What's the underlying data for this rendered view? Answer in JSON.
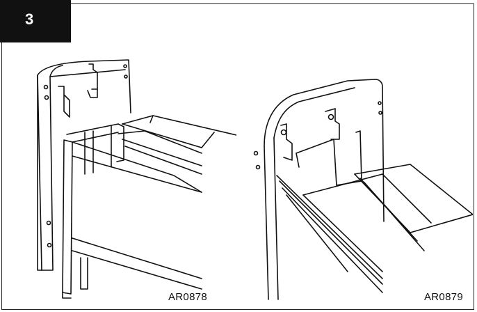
{
  "step": {
    "number": "3"
  },
  "figures": [
    {
      "code": "AR0878",
      "illustration": "assembly-drawing-left"
    },
    {
      "code": "AR0879",
      "illustration": "assembly-drawing-right"
    }
  ]
}
